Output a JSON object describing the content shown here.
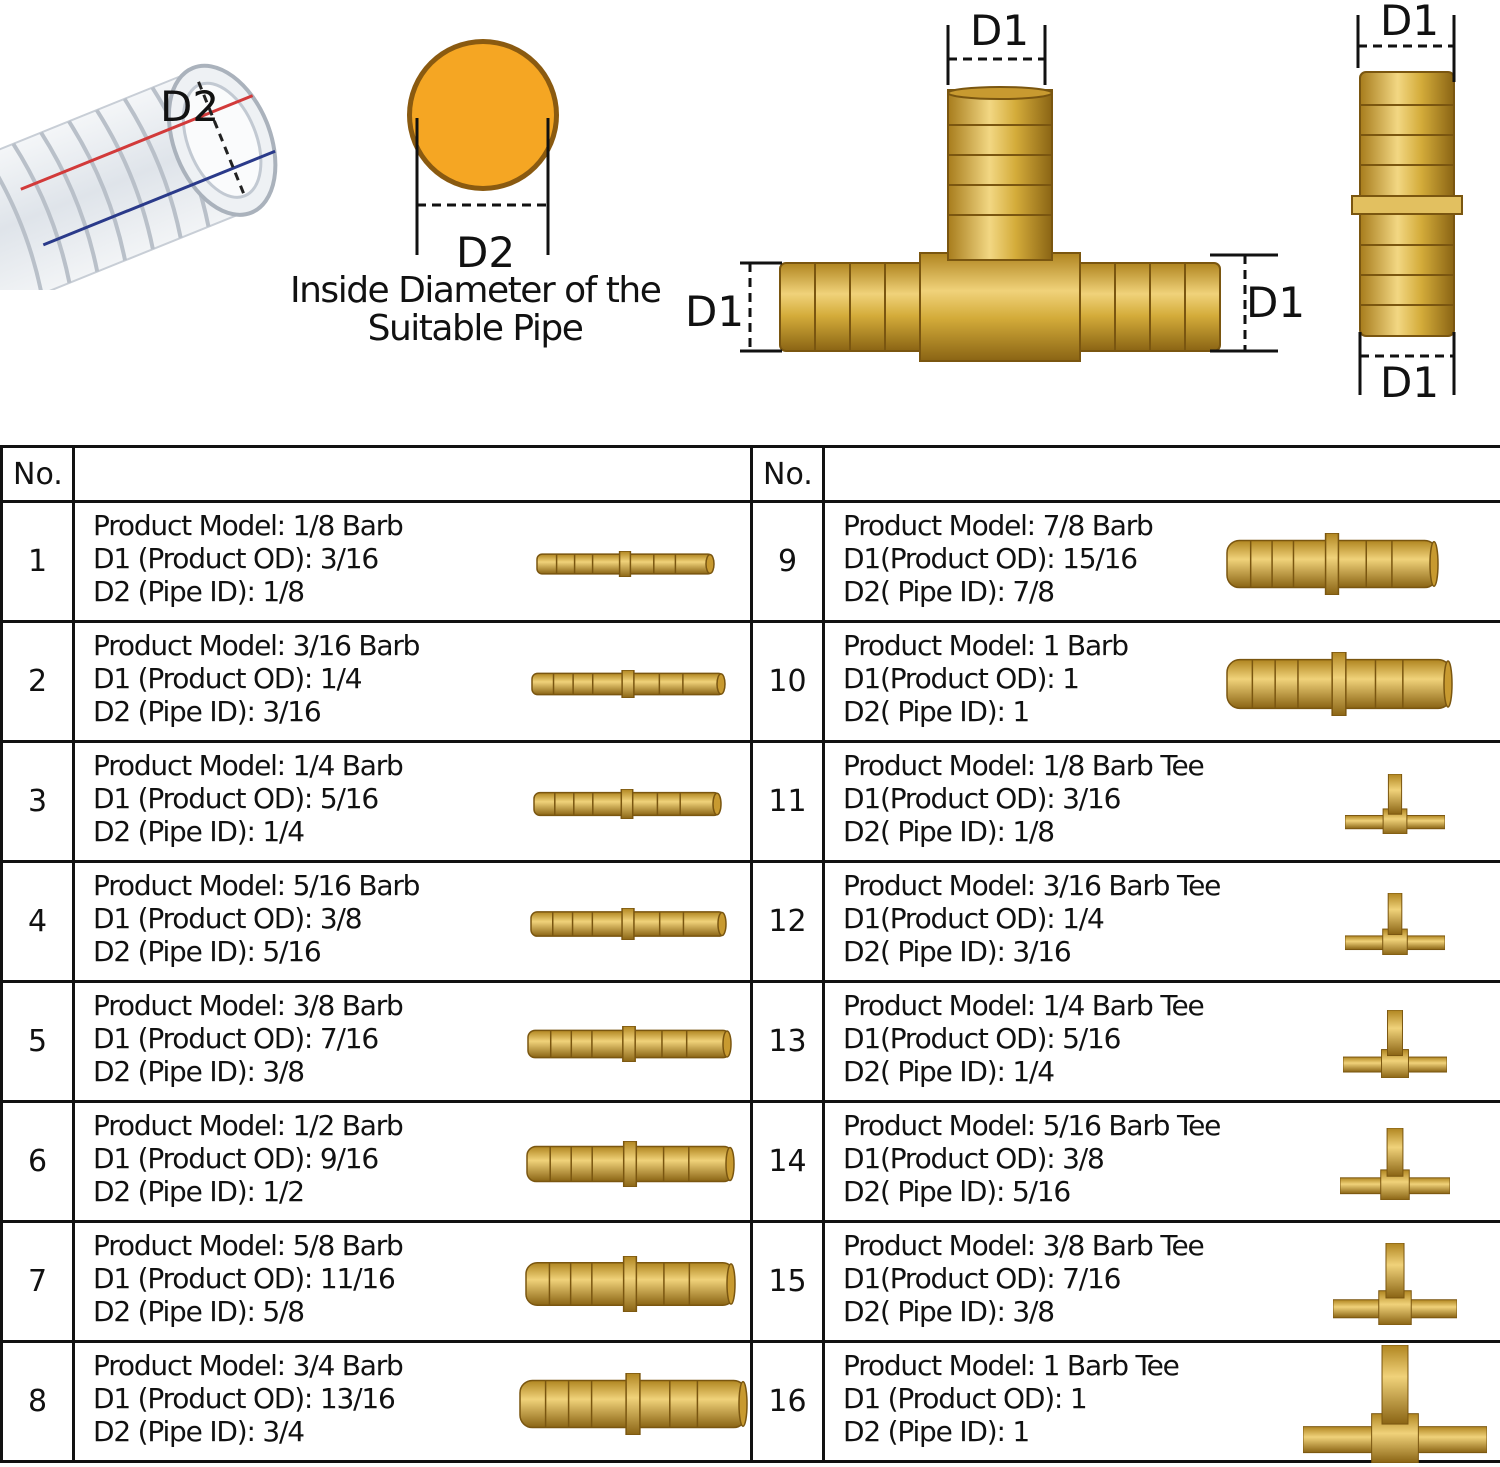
{
  "diagram": {
    "hose_label": "D2",
    "circle_label": "D2",
    "caption_line1": "Inside Diameter of the",
    "caption_line2": "Suitable Pipe",
    "tee_top_label": "D1",
    "tee_left_label": "D1",
    "tee_right_label": "D1",
    "straight_top_label": "D1",
    "straight_bottom_label": "D1",
    "brass_color": "#d4ac3a",
    "circle_color": "#f5a623"
  },
  "table": {
    "header_no": "No.",
    "rows": [
      {
        "left": {
          "no": "1",
          "model": "Product Model:  1/8 Barb",
          "d1": "D1 (Product OD):  3/16",
          "d2": "D2 (Pipe ID):  1/8",
          "icon": "straight-barb-icon"
        },
        "right": {
          "no": "9",
          "model": "Product Model: 7/8 Barb",
          "d1": "D1(Product OD): 15/16",
          "d2": "D2( Pipe ID): 7/8",
          "icon": "straight-barb-icon"
        }
      },
      {
        "left": {
          "no": "2",
          "model": "Product Model:  3/16 Barb",
          "d1": "D1 (Product OD):  1/4",
          "d2": "D2 (Pipe ID):  3/16",
          "icon": "straight-barb-icon"
        },
        "right": {
          "no": "10",
          "model": "Product Model: 1 Barb",
          "d1": "D1(Product OD): 1",
          "d2": "D2( Pipe ID): 1",
          "icon": "straight-barb-icon"
        }
      },
      {
        "left": {
          "no": "3",
          "model": "Product Model:  1/4 Barb",
          "d1": "D1 (Product OD):  5/16",
          "d2": "D2 (Pipe ID):  1/4",
          "icon": "straight-barb-icon"
        },
        "right": {
          "no": "11",
          "model": "Product Model: 1/8 Barb Tee",
          "d1": "D1(Product OD): 3/16",
          "d2": "D2( Pipe ID): 1/8",
          "icon": "tee-barb-icon"
        }
      },
      {
        "left": {
          "no": "4",
          "model": "Product Model:  5/16 Barb",
          "d1": "D1 (Product OD):  3/8",
          "d2": "D2 (Pipe ID):  5/16",
          "icon": "straight-barb-icon"
        },
        "right": {
          "no": "12",
          "model": "Product Model: 3/16 Barb Tee",
          "d1": "D1(Product OD): 1/4",
          "d2": "D2( Pipe ID): 3/16",
          "icon": "tee-barb-icon"
        }
      },
      {
        "left": {
          "no": "5",
          "model": "Product Model:  3/8 Barb",
          "d1": "D1 (Product OD):  7/16",
          "d2": "D2 (Pipe ID):  3/8",
          "icon": "straight-barb-icon"
        },
        "right": {
          "no": "13",
          "model": "Product Model: 1/4 Barb Tee",
          "d1": "D1(Product OD): 5/16",
          "d2": "D2( Pipe ID): 1/4",
          "icon": "tee-barb-icon"
        }
      },
      {
        "left": {
          "no": "6",
          "model": "Product Model:  1/2 Barb",
          "d1": "D1 (Product OD):  9/16",
          "d2": "D2 (Pipe ID):  1/2",
          "icon": "straight-barb-icon"
        },
        "right": {
          "no": "14",
          "model": "Product Model: 5/16 Barb Tee",
          "d1": "D1(Product OD): 3/8",
          "d2": "D2( Pipe lD): 5/16",
          "icon": "tee-barb-icon"
        }
      },
      {
        "left": {
          "no": "7",
          "model": "Product Model:  5/8 Barb",
          "d1": "D1 (Product OD):  11/16",
          "d2": "D2 (Pipe ID):  5/8",
          "icon": "straight-barb-icon"
        },
        "right": {
          "no": "15",
          "model": "Product Model: 3/8 Barb Tee",
          "d1": "D1(Product OD): 7/16",
          "d2": "D2( Pipe ID): 3/8",
          "icon": "tee-barb-icon"
        }
      },
      {
        "left": {
          "no": "8",
          "model": "Product Model:  3/4 Barb",
          "d1": "D1 (Product OD):  13/16",
          "d2": "D2 (Pipe ID):  3/4",
          "icon": "straight-barb-icon"
        },
        "right": {
          "no": "16",
          "model": "Product Model:  1 Barb Tee",
          "d1": "D1 (Product OD):  1",
          "d2": "D2 (Pipe ID):  1",
          "icon": "tee-barb-icon"
        }
      }
    ]
  }
}
